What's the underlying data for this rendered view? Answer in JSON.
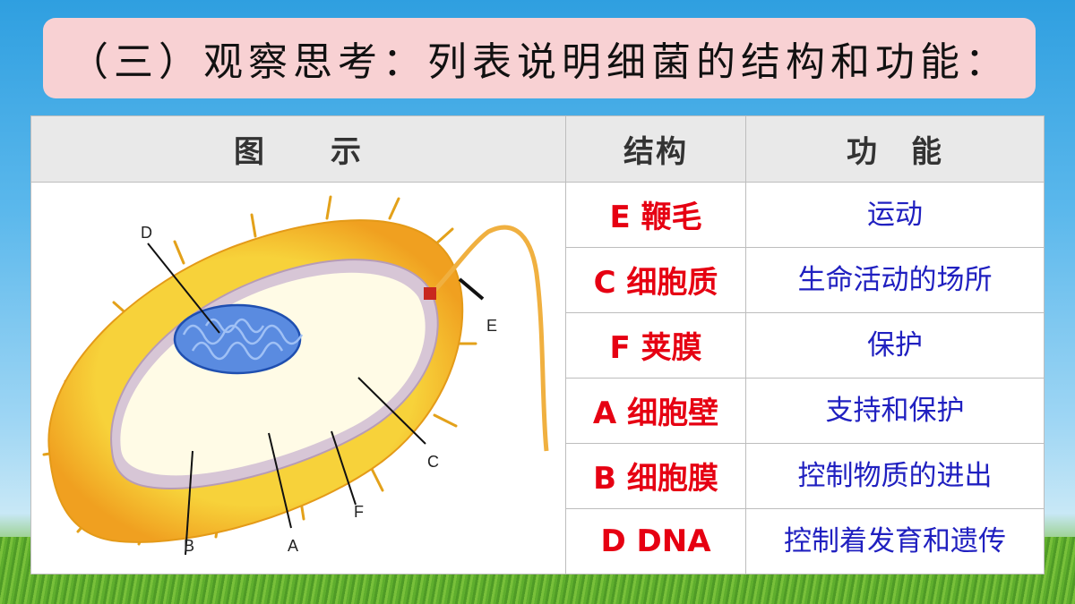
{
  "title": "（三）观察思考：列表说明细菌的结构和功能：",
  "table": {
    "headers": [
      "图　　示",
      "结构",
      "功　能"
    ],
    "rows": [
      {
        "structure": "E 鞭毛",
        "function": "运动"
      },
      {
        "structure": "C 细胞质",
        "function": "生命活动的场所"
      },
      {
        "structure": "F 荚膜",
        "function": "保护"
      },
      {
        "structure": "A 细胞壁",
        "function": "支持和保护"
      },
      {
        "structure": "B 细胞膜",
        "function": "控制物质的进出"
      },
      {
        "structure": "D DNA",
        "function": "控制着发育和遗传"
      }
    ]
  },
  "diagram": {
    "labels": {
      "a": "A",
      "b": "B",
      "c": "C",
      "d": "D",
      "e": "E",
      "f": "F"
    },
    "colors": {
      "capsule": "#f2c21a",
      "wall": "#c9b0c8",
      "cytoplasm": "#fffbe0",
      "dna": "#2f64c8",
      "flagellum": "#f0b040"
    }
  }
}
